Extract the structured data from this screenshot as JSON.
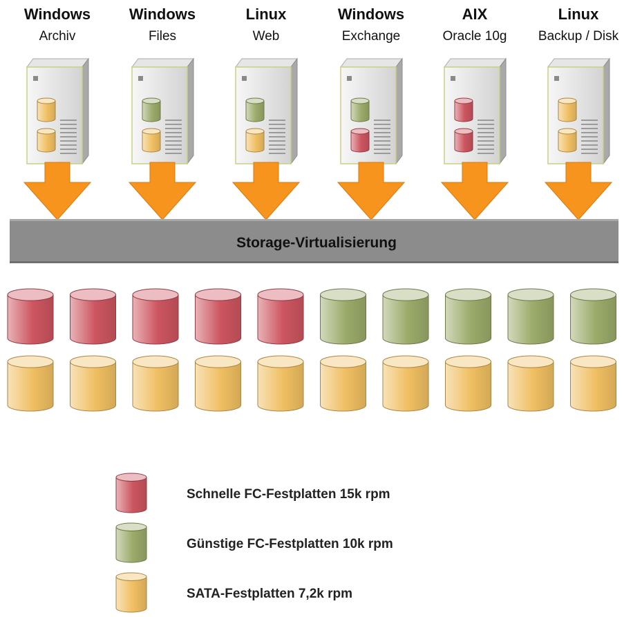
{
  "colors": {
    "fast_fc": "#cc5560",
    "cheap_fc": "#9bab6a",
    "sata": "#f0bf62",
    "arrow": "#f7941d",
    "band": "#8c8c8c"
  },
  "servers": [
    {
      "os": "Windows",
      "role": "Archiv",
      "disks": [
        "sata",
        "sata"
      ]
    },
    {
      "os": "Windows",
      "role": "Files",
      "disks": [
        "cheap_fc",
        "sata"
      ]
    },
    {
      "os": "Linux",
      "role": "Web",
      "disks": [
        "cheap_fc",
        "sata"
      ]
    },
    {
      "os": "Windows",
      "role": "Exchange",
      "disks": [
        "cheap_fc",
        "fast_fc"
      ]
    },
    {
      "os": "AIX",
      "role": "Oracle 10g",
      "disks": [
        "fast_fc",
        "fast_fc"
      ]
    },
    {
      "os": "Linux",
      "role": "Backup / Disk",
      "disks": [
        "sata",
        "sata"
      ]
    }
  ],
  "virtualization": {
    "label": "Storage-Virtualisierung"
  },
  "pool": {
    "row1": [
      "fast_fc",
      "fast_fc",
      "fast_fc",
      "fast_fc",
      "fast_fc",
      "cheap_fc",
      "cheap_fc",
      "cheap_fc",
      "cheap_fc",
      "cheap_fc"
    ],
    "row2": [
      "sata",
      "sata",
      "sata",
      "sata",
      "sata",
      "sata",
      "sata",
      "sata",
      "sata",
      "sata"
    ]
  },
  "legend": [
    {
      "type": "fast_fc",
      "label": "Schnelle FC-Festplatten 15k rpm"
    },
    {
      "type": "cheap_fc",
      "label": "Günstige FC-Festplatten 10k rpm"
    },
    {
      "type": "sata",
      "label": "SATA-Festplatten  7,2k rpm"
    }
  ]
}
